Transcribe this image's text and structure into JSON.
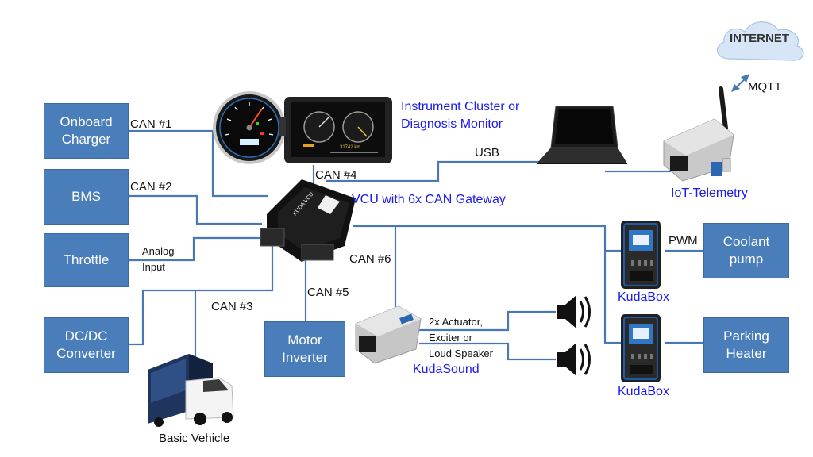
{
  "boxes": {
    "onboard_charger": [
      "Onboard",
      "Charger"
    ],
    "bms": [
      "BMS"
    ],
    "throttle": [
      "Throttle"
    ],
    "dcdc": [
      "DC/DC",
      "Converter"
    ],
    "motor_inverter": [
      "Motor",
      "Inverter"
    ],
    "coolant_pump": [
      "Coolant",
      "pump"
    ],
    "parking_heater": [
      "Parking",
      "Heater"
    ]
  },
  "links": {
    "can1": "CAN #1",
    "can2": "CAN #2",
    "can3": "CAN #3",
    "can4": "CAN #4",
    "can5": "CAN #5",
    "can6": "CAN #6",
    "usb": "USB",
    "pwm": "PWM",
    "mqtt": "MQTT",
    "analog_1": "Analog",
    "analog_2": "Input"
  },
  "devices": {
    "vcu": "VCU with 6x CAN Gateway",
    "cluster_1": "Instrument Cluster or",
    "cluster_2": "Diagnosis Monitor",
    "iot": "IoT-Telemetry",
    "kudabox_top": "KudaBox",
    "kudabox_bottom": "KudaBox",
    "kudasound": "KudaSound",
    "vehicle": "Basic Vehicle",
    "internet": "INTERNET",
    "speaker_1": "2x Actuator,",
    "speaker_2": "Exciter or",
    "speaker_3": "Loud Speaker",
    "display_km": "31742 km",
    "vcu_marking": "KUDA VCU"
  },
  "colors": {
    "box_fill": "#4a7ebb",
    "wire": "#4a78b5",
    "device_label": "#1a1aee"
  }
}
